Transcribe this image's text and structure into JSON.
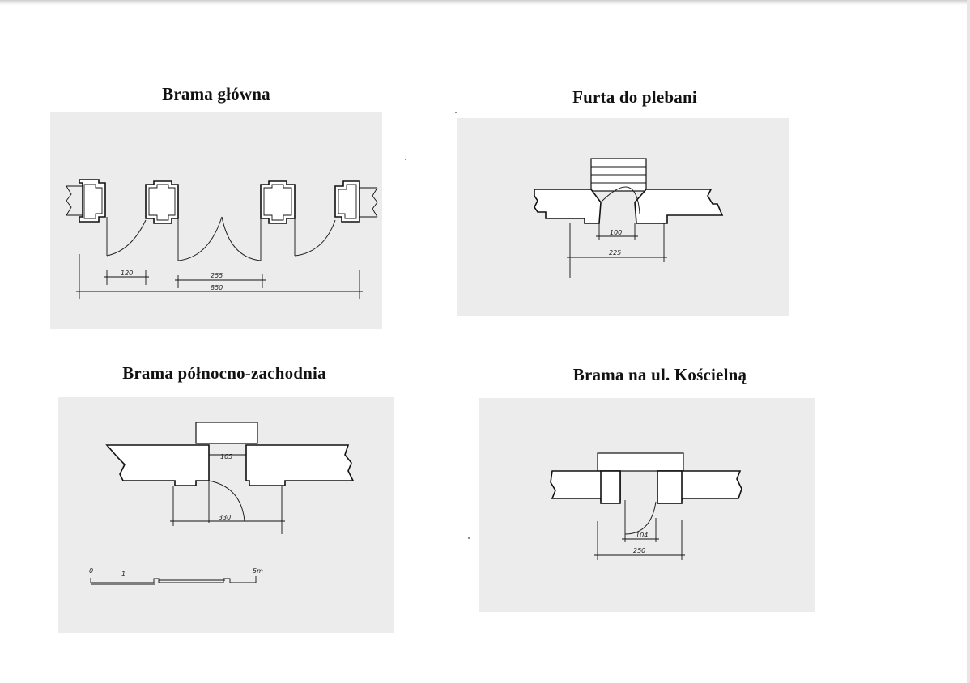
{
  "diagrams": [
    {
      "id": "brama-glowna",
      "title": "Brama główna",
      "dims": [
        "120",
        "255",
        "850"
      ]
    },
    {
      "id": "furta-do-plebani",
      "title": "Furta do plebani",
      "dims": [
        "100",
        "225"
      ]
    },
    {
      "id": "brama-polnocno-zachodnia",
      "title": "Brama północno-zachodnia",
      "dims": [
        "105",
        "330"
      ],
      "scale": {
        "start": "0",
        "mark": "1",
        "end": "5m"
      }
    },
    {
      "id": "brama-na-ul-koscielna",
      "title": "Brama na ul. Kościelną",
      "dims": [
        "104",
        "250"
      ]
    }
  ]
}
